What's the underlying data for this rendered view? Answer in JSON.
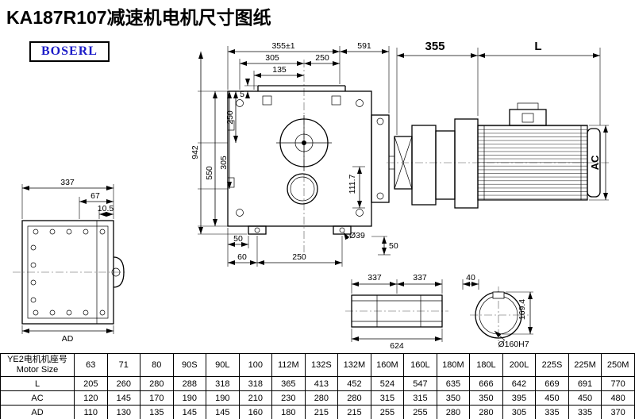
{
  "page": {
    "title": "KA187R107减速机电机尺寸图纸"
  },
  "logo": {
    "text": "BOSERL",
    "color": "#1c1cc8"
  },
  "dims": {
    "front": {
      "w337": "337",
      "w67": "67",
      "w10_5": "10.5",
      "ad": "AD"
    },
    "main": {
      "top355": "355±1",
      "top591": "591",
      "top305": "305",
      "top250": "250",
      "top135": "135",
      "left5": "5",
      "left250": "250",
      "left305": "305",
      "left550": "550",
      "left942": "942",
      "right111_7": "111.7",
      "bot50l": "50",
      "bot60": "60",
      "bot250": "250",
      "d39": "Ø39",
      "bot50r": "50"
    },
    "motor": {
      "w355": "355",
      "len": "L",
      "ac": "AC"
    },
    "shaft": {
      "w337a": "337",
      "w337b": "337",
      "w624": "624"
    },
    "bore": {
      "w40": "40",
      "h169_4": "169.4",
      "d160": "Ø160H7"
    }
  },
  "table": {
    "header_cn": "YE2电机机座号",
    "header_en": "Motor Size",
    "columns": [
      "63",
      "71",
      "80",
      "90S",
      "90L",
      "100",
      "112M",
      "132S",
      "132M",
      "160M",
      "160L",
      "180M",
      "180L",
      "200L",
      "225S",
      "225M",
      "250M"
    ],
    "rows": [
      {
        "label": "L",
        "values": [
          "205",
          "260",
          "280",
          "288",
          "318",
          "318",
          "365",
          "413",
          "452",
          "524",
          "547",
          "635",
          "666",
          "642",
          "669",
          "691",
          "770"
        ]
      },
      {
        "label": "AC",
        "values": [
          "120",
          "145",
          "170",
          "190",
          "190",
          "210",
          "230",
          "280",
          "280",
          "315",
          "315",
          "350",
          "350",
          "395",
          "450",
          "450",
          "480"
        ]
      },
      {
        "label": "AD",
        "values": [
          "110",
          "130",
          "135",
          "145",
          "145",
          "160",
          "180",
          "215",
          "215",
          "255",
          "255",
          "280",
          "280",
          "305",
          "335",
          "335",
          "370"
        ]
      }
    ]
  }
}
